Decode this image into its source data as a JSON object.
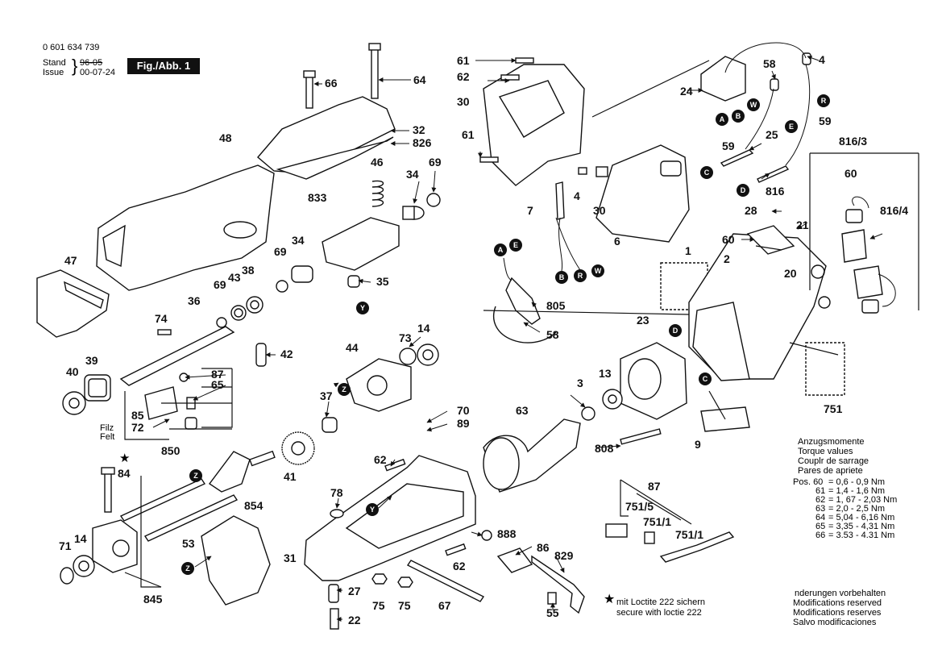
{
  "header": {
    "part_number": "0 601 634 739",
    "stand_label": "Stand",
    "issue_label": "Issue",
    "date_old": "96-05",
    "date_new": "00-07-24",
    "figure_label": "Fig./Abb. 1"
  },
  "torque": {
    "title_lines": [
      "Anzugsmomente",
      "Torque values",
      "Couplr de sarrage",
      "Pares de apriete"
    ],
    "rows": [
      {
        "pos": "Pos. 60",
        "value": "= 0,6    - 0,9   Nm"
      },
      {
        "pos": "61",
        "value": "= 1,4    - 1,6   Nm"
      },
      {
        "pos": "62",
        "value": "= 1, 67 - 2,03 Nm"
      },
      {
        "pos": "63",
        "value": "= 2,0    - 2,5   Nm"
      },
      {
        "pos": "64",
        "value": "= 5,04  - 6,16 Nm"
      },
      {
        "pos": "65",
        "value": "= 3,35  - 4,31 Nm"
      },
      {
        "pos": "66",
        "value": "= 3.53  - 4.31 Nm"
      }
    ]
  },
  "loctite": {
    "symbol": "★",
    "line1": "mit Loctite 222 sichern",
    "line2": "secure with loctie 222"
  },
  "modifications": [
    "nderungen vorbehalten",
    "Modifications reserved",
    "Modifications reserves",
    "Salvo modificaciones"
  ],
  "filz_felt": [
    "Filz",
    "Felt"
  ],
  "star_84": "★",
  "part_numbers": [
    "66",
    "64",
    "32",
    "826",
    "48",
    "46",
    "34",
    "69",
    "833",
    "47",
    "34",
    "69",
    "38",
    "43",
    "69",
    "35",
    "74",
    "36",
    "39",
    "40",
    "87",
    "65",
    "85",
    "72",
    "850",
    "84",
    "42",
    "44",
    "73",
    "14",
    "37",
    "70",
    "89",
    "41",
    "854",
    "71",
    "14",
    "53",
    "845",
    "78",
    "62",
    "31",
    "27",
    "22",
    "75",
    "75",
    "67",
    "62",
    "888",
    "86",
    "829",
    "55",
    "61",
    "62",
    "30",
    "61",
    "4",
    "7",
    "30",
    "6",
    "805",
    "58",
    "58",
    "4",
    "24",
    "25",
    "59",
    "59",
    "816",
    "816/3",
    "60",
    "816/4",
    "21",
    "60",
    "28",
    "20",
    "1",
    "2",
    "23",
    "13",
    "3",
    "63",
    "808",
    "9",
    "751",
    "87",
    "751/5",
    "751/1"
  ],
  "letter_markers": [
    "A",
    "B",
    "W",
    "R",
    "E",
    "C",
    "D",
    "A",
    "E",
    "B",
    "R",
    "W",
    "Y",
    "Z",
    "Z",
    "Z",
    "Z",
    "Y",
    "D",
    "C"
  ]
}
